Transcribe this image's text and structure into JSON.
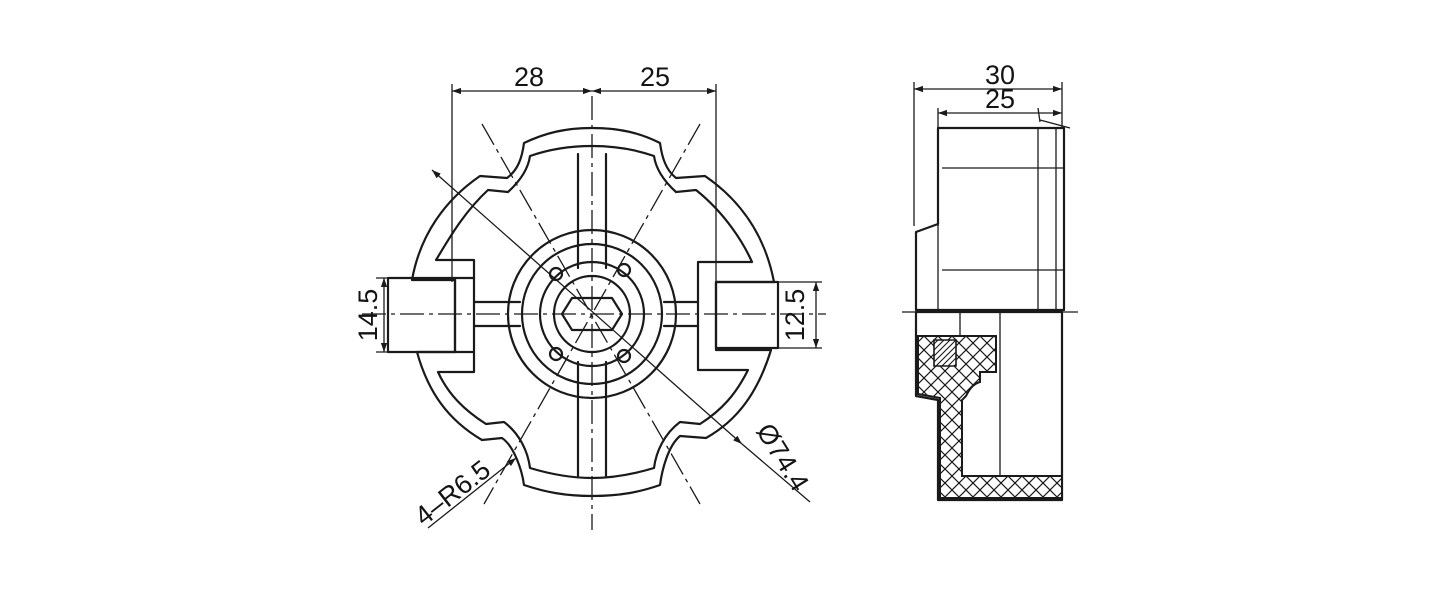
{
  "front_view": {
    "dim_top_left": "28",
    "dim_top_right": "25",
    "dim_left_lug": "14.5",
    "dim_right_lug": "12.5",
    "dim_diameter": "Ø74.4",
    "dim_radius": "4–R6.5"
  },
  "side_view": {
    "dim_overall": "30",
    "dim_inner": "25"
  }
}
